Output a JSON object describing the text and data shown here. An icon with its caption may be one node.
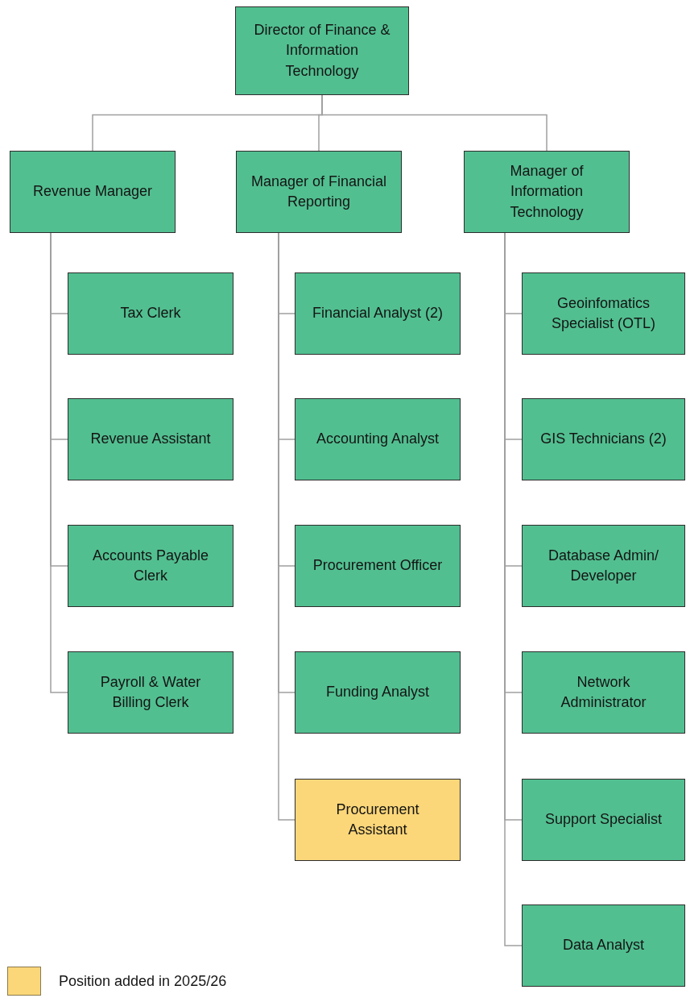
{
  "diagram": {
    "nodes": [
      {
        "text": [
          "Director of Finance & Information Technology"
        ]
      },
      {
        "text": [
          "Revenue Manager"
        ]
      },
      {
        "text": [
          "Manager of Financial Reporting"
        ]
      },
      {
        "text": [
          "Manager of Information Technology"
        ]
      },
      {
        "text": [
          "Tax Clerk"
        ]
      },
      {
        "text": [
          "Revenue Assistant"
        ]
      },
      {
        "text": [
          "Accounts Payable Clerk"
        ]
      },
      {
        "text": [
          "Payroll & Water Billing Clerk"
        ]
      },
      {
        "text": [
          "Financial Analyst (2)"
        ]
      },
      {
        "text": [
          "Accounting Analyst"
        ]
      },
      {
        "text": [
          "Procurement Officer"
        ]
      },
      {
        "text": [
          "Funding Analyst"
        ]
      },
      {
        "text": [
          "Procurement Assistant"
        ]
      },
      {
        "text": [
          "Geoinfomatics Specialist (OTL)"
        ]
      },
      {
        "text": [
          "GIS Technicians (2)"
        ]
      },
      {
        "text": [
          "Database Admin/ Developer"
        ]
      },
      {
        "text": [
          "Network Administrator"
        ]
      },
      {
        "text": [
          "Support Specialist"
        ]
      },
      {
        "text": [
          "Data Analyst"
        ]
      }
    ],
    "edges": [
      {
        "from": 0,
        "to": 1,
        "arrow": "none"
      },
      {
        "from": 0,
        "to": 2,
        "arrow": "none"
      },
      {
        "from": 0,
        "to": 3,
        "arrow": "none"
      },
      {
        "from": 1,
        "to": 4,
        "arrow": "none"
      },
      {
        "from": 1,
        "to": 5,
        "arrow": "none"
      },
      {
        "from": 1,
        "to": 6,
        "arrow": "none"
      },
      {
        "from": 1,
        "to": 7,
        "arrow": "none"
      },
      {
        "from": 2,
        "to": 8,
        "arrow": "none"
      },
      {
        "from": 2,
        "to": 9,
        "arrow": "none"
      },
      {
        "from": 2,
        "to": 10,
        "arrow": "none"
      },
      {
        "from": 2,
        "to": 11,
        "arrow": "none"
      },
      {
        "from": 2,
        "to": 12,
        "arrow": "none"
      },
      {
        "from": 3,
        "to": 13,
        "arrow": "none"
      },
      {
        "from": 3,
        "to": 14,
        "arrow": "none"
      },
      {
        "from": 3,
        "to": 15,
        "arrow": "none"
      },
      {
        "from": 3,
        "to": 16,
        "arrow": "none"
      },
      {
        "from": 3,
        "to": 17,
        "arrow": "none"
      },
      {
        "from": 3,
        "to": 18,
        "arrow": "none"
      }
    ],
    "legend": [
      {
        "text": "Position added in 2025/26",
        "color": "#fcd779"
      }
    ]
  }
}
